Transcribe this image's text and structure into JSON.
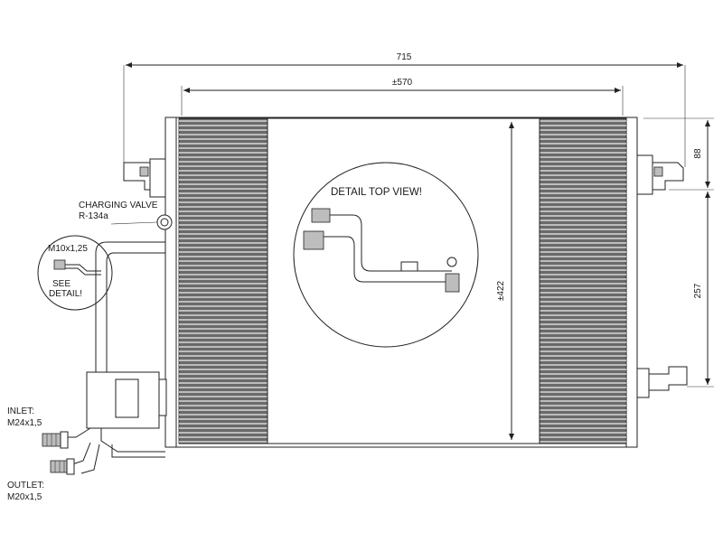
{
  "dimensions": {
    "overall_width": "715",
    "core_width": "±570",
    "core_height": "±422",
    "bracket_offset": "88",
    "bracket_spacing": "257"
  },
  "callouts": {
    "detail_title": "DETAIL TOP VIEW!",
    "charging_valve_line1": "CHARGING VALVE",
    "charging_valve_line2": "R-134a",
    "thread_size": "M10x1,25",
    "see_detail_line1": "SEE",
    "see_detail_line2": "DETAIL!",
    "inlet_line1": "INLET:",
    "inlet_line2": "M24x1,5",
    "outlet_line1": "OUTLET:",
    "outlet_line2": "M20x1,5"
  }
}
